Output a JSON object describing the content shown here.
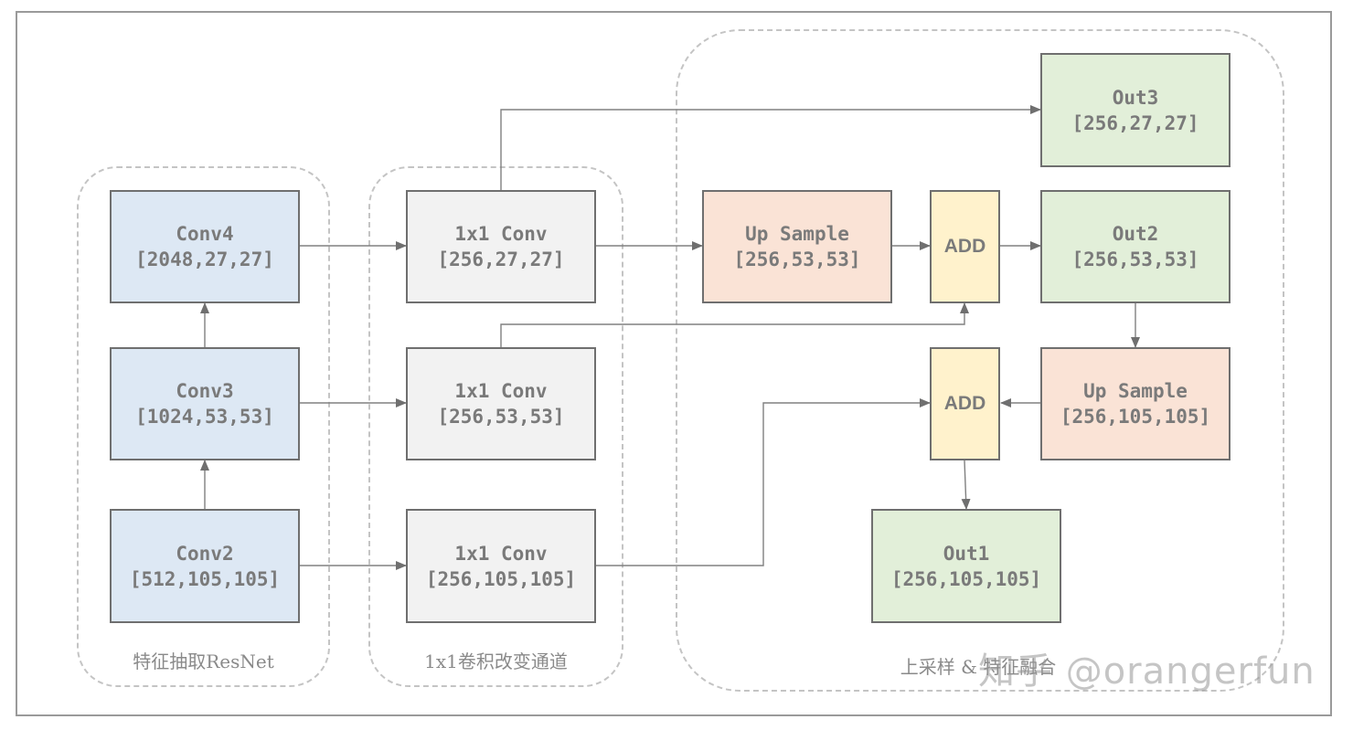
{
  "groups": {
    "feature": "特征抽取ResNet",
    "conv1x1": "1x1卷积改变通道",
    "upsample": "上采样 & 特征融合"
  },
  "nodes": {
    "conv4": {
      "name": "Conv4",
      "shape": "[2048,27,27]"
    },
    "conv3": {
      "name": "Conv3",
      "shape": "[1024,53,53]"
    },
    "conv2": {
      "name": "Conv2",
      "shape": "[512,105,105]"
    },
    "c1_top": {
      "name": "1x1 Conv",
      "shape": "[256,27,27]"
    },
    "c1_mid": {
      "name": "1x1 Conv",
      "shape": "[256,53,53]"
    },
    "c1_bot": {
      "name": "1x1 Conv",
      "shape": "[256,105,105]"
    },
    "up1": {
      "name": "Up Sample",
      "shape": "[256,53,53]"
    },
    "add1": {
      "name": "ADD"
    },
    "out3": {
      "name": "Out3",
      "shape": "[256,27,27]"
    },
    "out2": {
      "name": "Out2",
      "shape": "[256,53,53]"
    },
    "up2": {
      "name": "Up Sample",
      "shape": "[256,105,105]"
    },
    "add2": {
      "name": "ADD"
    },
    "out1": {
      "name": "Out1",
      "shape": "[256,105,105]"
    }
  },
  "watermark": "知乎 @orangerfun",
  "colors": {
    "resnet": "#dde8f4",
    "conv1x1": "#f2f2f2",
    "upsample": "#fae3d6",
    "add": "#fff2cc",
    "output": "#e2efd9",
    "edge": "#6f6f6f"
  }
}
